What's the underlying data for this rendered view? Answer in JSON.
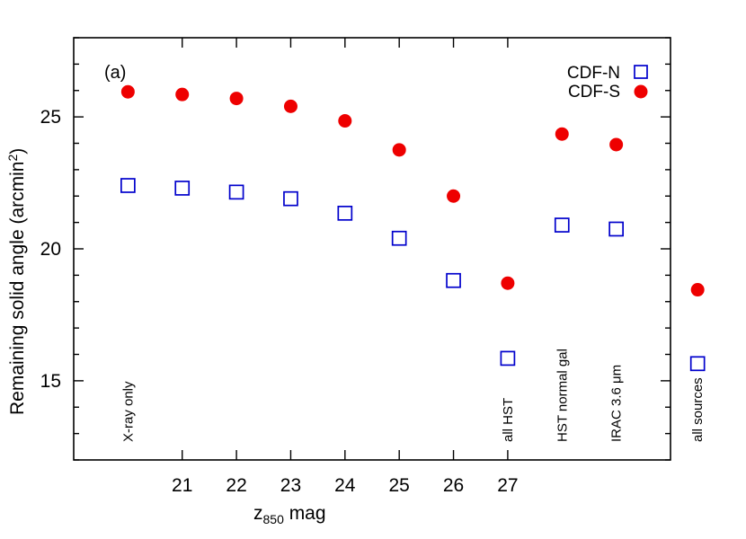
{
  "chart_data": {
    "type": "scatter",
    "title": "",
    "panel_label": "(a)",
    "xlabel_main": "z",
    "xlabel_sub": "850",
    "xlabel_rest": " mag",
    "ylabel_main": "Remaining solid angle (arcmin",
    "ylabel_sup": "2",
    "ylabel_end": ")",
    "xlim": [
      19,
      30
    ],
    "ylim": [
      12,
      28
    ],
    "x_ticks": [
      21,
      22,
      23,
      24,
      25,
      26,
      27
    ],
    "y_ticks": [
      15,
      20,
      25
    ],
    "x": [
      20,
      21,
      22,
      23,
      24,
      25,
      26,
      27,
      28,
      29,
      30.5
    ],
    "annotations": [
      {
        "text": "X-ray only",
        "x": 20
      },
      {
        "text": "all HST",
        "x": 27
      },
      {
        "text": "HST normal gal",
        "x": 28
      },
      {
        "text": "IRAC 3.6 μm",
        "x": 29
      },
      {
        "text": "all sources",
        "x": 30.5
      }
    ],
    "series": [
      {
        "name": "CDF-N",
        "marker": "open-square",
        "color": "#0000cc",
        "values": [
          22.4,
          22.3,
          22.15,
          21.9,
          21.35,
          20.4,
          18.8,
          15.85,
          20.9,
          20.75,
          15.65
        ]
      },
      {
        "name": "CDF-S",
        "marker": "filled-circle",
        "color": "#ee0000",
        "values": [
          25.95,
          25.85,
          25.7,
          25.4,
          24.85,
          23.75,
          22.0,
          18.7,
          24.35,
          23.95,
          18.45
        ]
      }
    ],
    "legend_position": "top-right",
    "grid": false
  }
}
